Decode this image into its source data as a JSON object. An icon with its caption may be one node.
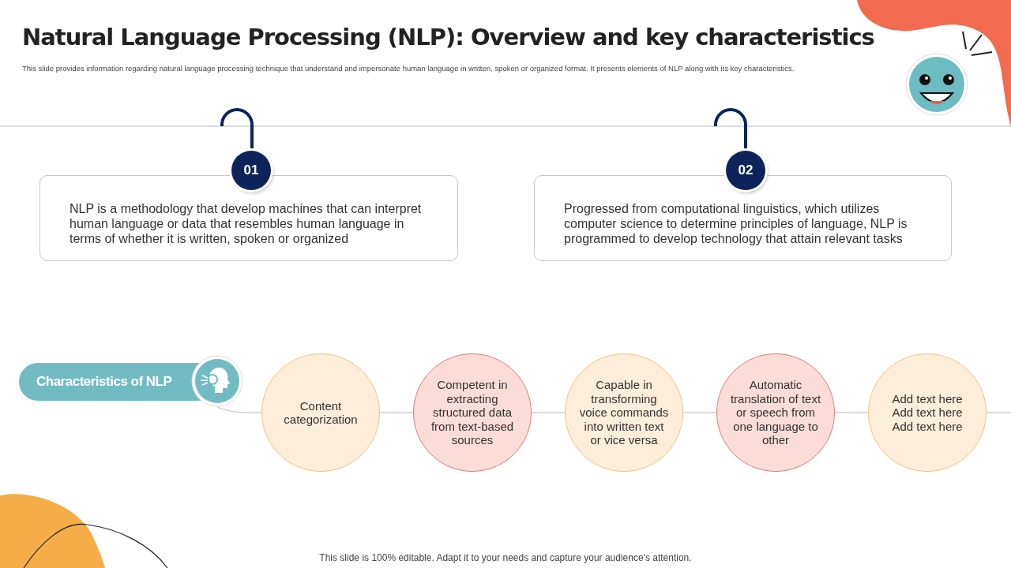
{
  "diagram": {
    "title": "Natural Language Processing (NLP): Overview and key characteristics",
    "nodes": [
      {
        "text": [
          "01",
          "NLP is a methodology that develop machines that can interpret human language or data that resembles human language in terms of whether it is written, spoken or organized"
        ]
      },
      {
        "text": [
          "02",
          "Progressed from computational linguistics, which utilizes computer science to determine principles of language, NLP is programmed to develop technology that attain relevant tasks"
        ]
      },
      {
        "text": [
          "Characteristics of NLP"
        ]
      },
      {
        "text": [
          "Content categorization"
        ]
      },
      {
        "text": [
          "Competent in extracting structured data from text-based sources"
        ]
      },
      {
        "text": [
          "Capable in transforming voice commands into written text or vice versa"
        ]
      },
      {
        "text": [
          "Automatic translation of text or speech from one language to other"
        ]
      },
      {
        "text": [
          "Add text here Add text here Add text here"
        ]
      }
    ],
    "edges": [
      {
        "from": 2,
        "to": 3,
        "arrow": "none"
      },
      {
        "from": 3,
        "to": 4,
        "arrow": "none"
      },
      {
        "from": 4,
        "to": 5,
        "arrow": "none"
      },
      {
        "from": 5,
        "to": 6,
        "arrow": "none"
      },
      {
        "from": 6,
        "to": 7,
        "arrow": "none"
      },
      {
        "from": 7,
        "to": null,
        "arrow": "none"
      }
    ],
    "labels": [
      "This slide provides information regarding natural language processing technique that understand and impersonate human language in written, spoken or organized format. It presents elements of NLP along with its key characteristics.",
      "This slide is 100% editable. Adapt it to your needs and capture your audience's attention."
    ]
  }
}
